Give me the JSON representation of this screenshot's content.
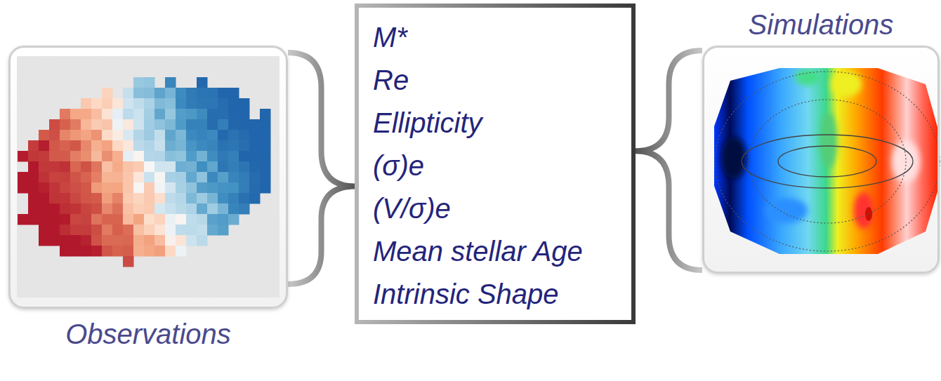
{
  "diagram": {
    "nodes": [
      {
        "text": [
          "Observations"
        ]
      },
      {
        "text": [
          "M*",
          "Re",
          "Ellipticity",
          "(σ)e",
          "(V/σ)e",
          "Mean stellar Age",
          "Intrinsic Shape"
        ]
      },
      {
        "text": [
          "Simulations"
        ]
      }
    ],
    "edges": [
      {
        "from": 0,
        "to": 1,
        "arrow": "none"
      },
      {
        "from": 1,
        "to": 2,
        "arrow": "none"
      }
    ]
  }
}
